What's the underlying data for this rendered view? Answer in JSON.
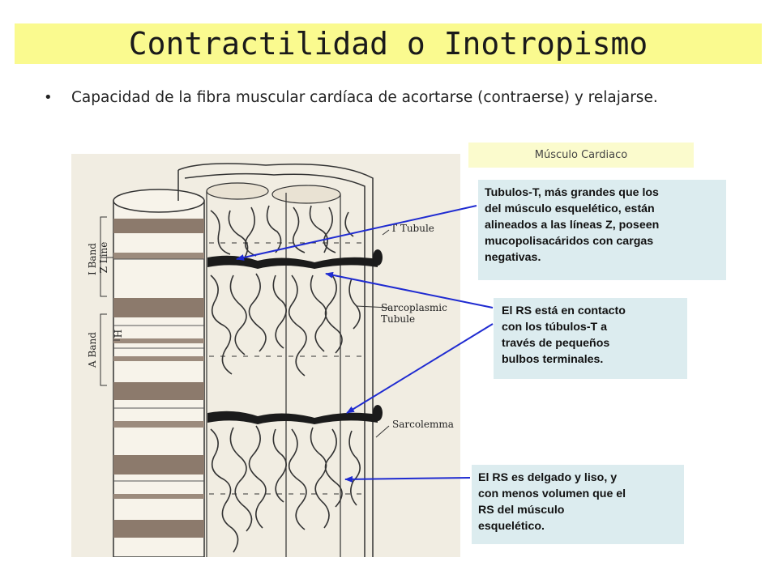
{
  "title": "Contractilidad o Inotropismo",
  "bullet": "Capacidad de la fibra muscular cardíaca de acortarse  (contraerse) y relajarse.",
  "caption": "Músculo Cardiaco",
  "figure_labels": {
    "t_tubule": "T Tubule",
    "sarcoplasmic_1": "Sarcoplasmic",
    "sarcoplasmic_2": "Tubule",
    "sarcolemma": "Sarcolemma",
    "i_band": "I Band",
    "z_line": "Z Line",
    "a_band": "A Band",
    "h": "H"
  },
  "callouts": [
    {
      "lines": [
        "Tubulos-T, más grandes que los",
        "del músculo esquelético, están",
        "alineados a las líneas Z, poseen",
        "mucopolisacáridos con cargas",
        "negativas."
      ]
    },
    {
      "lines": [
        "El RS está en contacto",
        "con los túbulos-T a",
        "través de pequeños",
        "bulbos terminales."
      ]
    },
    {
      "lines": [
        "El RS es delgado y liso, y",
        "con menos volumen que el",
        "RS del músculo",
        "esquelético."
      ]
    }
  ],
  "colors": {
    "title_bg": "#fafa8f",
    "caption_bg": "#fbfbcd",
    "callout_bg": "#dcecef",
    "arrow": "#1f2bd1"
  }
}
